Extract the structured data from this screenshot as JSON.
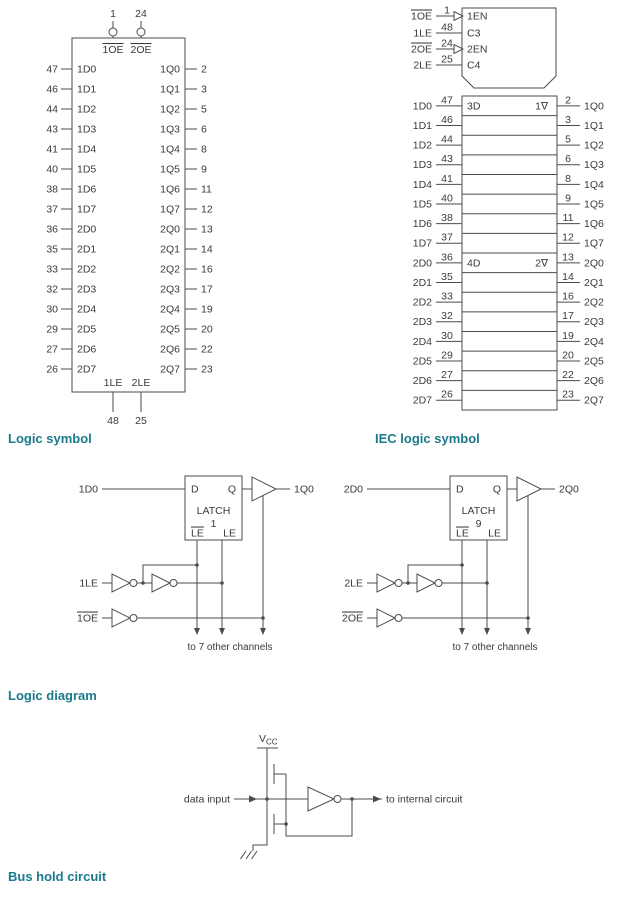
{
  "palette": {
    "heading": "#1b7a8c",
    "ink": "#4b4b4b",
    "text": "#3a3a3a"
  },
  "headings": {
    "logic_symbol": "Logic symbol",
    "iec": "IEC logic symbol",
    "logic_diagram": "Logic diagram",
    "bus_hold": "Bus hold circuit"
  },
  "logic_symbol": {
    "top_pins": [
      {
        "pin": "1",
        "label": "1OE",
        "overline": true
      },
      {
        "pin": "24",
        "label": "2OE",
        "overline": true
      }
    ],
    "bottom_pins": [
      {
        "label": "1LE",
        "pin": "48"
      },
      {
        "label": "2LE",
        "pin": "25"
      }
    ],
    "rows": [
      {
        "pin": "47",
        "din": "1D0",
        "qout": "1Q0",
        "qpin": "2"
      },
      {
        "pin": "46",
        "din": "1D1",
        "qout": "1Q1",
        "qpin": "3"
      },
      {
        "pin": "44",
        "din": "1D2",
        "qout": "1Q2",
        "qpin": "5"
      },
      {
        "pin": "43",
        "din": "1D3",
        "qout": "1Q3",
        "qpin": "6"
      },
      {
        "pin": "41",
        "din": "1D4",
        "qout": "1Q4",
        "qpin": "8"
      },
      {
        "pin": "40",
        "din": "1D5",
        "qout": "1Q5",
        "qpin": "9"
      },
      {
        "pin": "38",
        "din": "1D6",
        "qout": "1Q6",
        "qpin": "11"
      },
      {
        "pin": "37",
        "din": "1D7",
        "qout": "1Q7",
        "qpin": "12"
      },
      {
        "pin": "36",
        "din": "2D0",
        "qout": "2Q0",
        "qpin": "13"
      },
      {
        "pin": "35",
        "din": "2D1",
        "qout": "2Q1",
        "qpin": "14"
      },
      {
        "pin": "33",
        "din": "2D2",
        "qout": "2Q2",
        "qpin": "16"
      },
      {
        "pin": "32",
        "din": "2D3",
        "qout": "2Q3",
        "qpin": "17"
      },
      {
        "pin": "30",
        "din": "2D4",
        "qout": "2Q4",
        "qpin": "19"
      },
      {
        "pin": "29",
        "din": "2D5",
        "qout": "2Q5",
        "qpin": "20"
      },
      {
        "pin": "27",
        "din": "2D6",
        "qout": "2Q6",
        "qpin": "22"
      },
      {
        "pin": "26",
        "din": "2D7",
        "qout": "2Q7",
        "qpin": "23"
      }
    ]
  },
  "iec": {
    "control": [
      {
        "label": "1OE",
        "overline": true,
        "pin": "1",
        "inner": "1EN",
        "polarity": true
      },
      {
        "label": "1LE",
        "overline": false,
        "pin": "48",
        "inner": "C3",
        "polarity": false
      },
      {
        "label": "2OE",
        "overline": true,
        "pin": "24",
        "inner": "2EN",
        "polarity": true
      },
      {
        "label": "2LE",
        "overline": false,
        "pin": "25",
        "inner": "C4",
        "polarity": false
      }
    ],
    "rows": [
      {
        "din": "1D0",
        "pin": "47",
        "cell": "3D",
        "tri": "1∇",
        "qpin": "2",
        "qout": "1Q0"
      },
      {
        "din": "1D1",
        "pin": "46",
        "qpin": "3",
        "qout": "1Q1"
      },
      {
        "din": "1D2",
        "pin": "44",
        "qpin": "5",
        "qout": "1Q2"
      },
      {
        "din": "1D3",
        "pin": "43",
        "qpin": "6",
        "qout": "1Q3"
      },
      {
        "din": "1D4",
        "pin": "41",
        "qpin": "8",
        "qout": "1Q4"
      },
      {
        "din": "1D5",
        "pin": "40",
        "qpin": "9",
        "qout": "1Q5"
      },
      {
        "din": "1D6",
        "pin": "38",
        "qpin": "11",
        "qout": "1Q6"
      },
      {
        "din": "1D7",
        "pin": "37",
        "qpin": "12",
        "qout": "1Q7"
      },
      {
        "din": "2D0",
        "pin": "36",
        "cell": "4D",
        "tri": "2∇",
        "qpin": "13",
        "qout": "2Q0"
      },
      {
        "din": "2D1",
        "pin": "35",
        "qpin": "14",
        "qout": "2Q1"
      },
      {
        "din": "2D2",
        "pin": "33",
        "qpin": "16",
        "qout": "2Q2"
      },
      {
        "din": "2D3",
        "pin": "32",
        "qpin": "17",
        "qout": "2Q3"
      },
      {
        "din": "2D4",
        "pin": "30",
        "qpin": "19",
        "qout": "2Q4"
      },
      {
        "din": "2D5",
        "pin": "29",
        "qpin": "20",
        "qout": "2Q5"
      },
      {
        "din": "2D6",
        "pin": "27",
        "qpin": "22",
        "qout": "2Q6"
      },
      {
        "din": "2D7",
        "pin": "26",
        "qpin": "23",
        "qout": "2Q7"
      }
    ]
  },
  "logic_diagram": {
    "cells": [
      {
        "din": "1D0",
        "qout": "1Q0",
        "d": "D",
        "q": "Q",
        "latch_word": "LATCH",
        "latch_num": "1",
        "le_bar": "LE",
        "le": "LE",
        "le_in": "1LE",
        "oe_in": "1OE",
        "note": "to 7 other channels"
      },
      {
        "din": "2D0",
        "qout": "2Q0",
        "d": "D",
        "q": "Q",
        "latch_word": "LATCH",
        "latch_num": "9",
        "le_bar": "LE",
        "le": "LE",
        "le_in": "2LE",
        "oe_in": "2OE",
        "note": "to 7 other channels"
      }
    ]
  },
  "bus_hold": {
    "vcc_main": "V",
    "vcc_sub": "CC",
    "data_input": "data input",
    "to_internal": "to internal circuit"
  }
}
